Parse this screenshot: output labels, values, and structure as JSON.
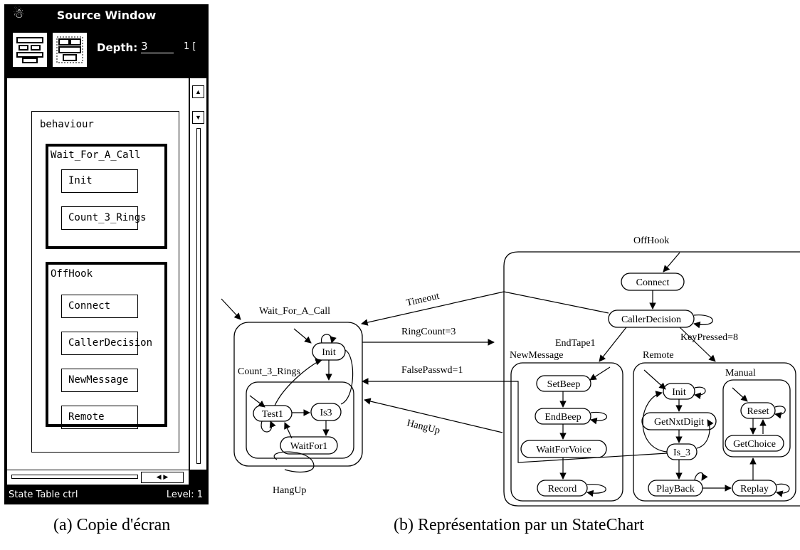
{
  "source_window": {
    "title": "Source Window",
    "menu_icon": "menu-icon",
    "depth_label": "Depth:",
    "depth_value": "3",
    "depth_extra": "1 [",
    "status_left": "State Table ctrl",
    "status_right": "Level: 1",
    "tree": {
      "root": "behaviour",
      "wait_for_a_call": {
        "label": "Wait_For_A_Call",
        "items": [
          "Init",
          "Count_3_Rings"
        ]
      },
      "offhook": {
        "label": "OffHook",
        "items": [
          "Connect",
          "CallerDecision",
          "NewMessage",
          "Remote"
        ]
      }
    }
  },
  "statechart": {
    "wait_for_a_call": "Wait_For_A_Call",
    "count_3_rings": "Count_3_Rings",
    "offhook": "OffHook",
    "newmessage": "NewMessage",
    "remote": "Remote",
    "manual": "Manual",
    "states": {
      "init_w": "Init",
      "test1": "Test1",
      "is3": "Is3",
      "waitfor1": "WaitFor1",
      "connect": "Connect",
      "callerdecision": "CallerDecision",
      "setbeep": "SetBeep",
      "endbeep": "EndBeep",
      "waitforvoice": "WaitForVoice",
      "record": "Record",
      "init_r": "Init",
      "getnxtdigit": "GetNxtDigit",
      "is_3": "Is_3",
      "playback": "PlayBack",
      "replay": "Replay",
      "reset": "Reset",
      "getchoice": "GetChoice"
    },
    "transitions": {
      "timeout": "Timeout",
      "ringcount": "RingCount=3",
      "falsepasswd": "FalsePasswd=1",
      "hangup_right": "HangUp",
      "hangup_self": "HangUp",
      "endtape": "EndTape1",
      "keypressed": "KeyPressed=8"
    }
  },
  "captions": {
    "a": "(a) Copie d'écran",
    "b": "(b) Représentation par un StateChart"
  }
}
